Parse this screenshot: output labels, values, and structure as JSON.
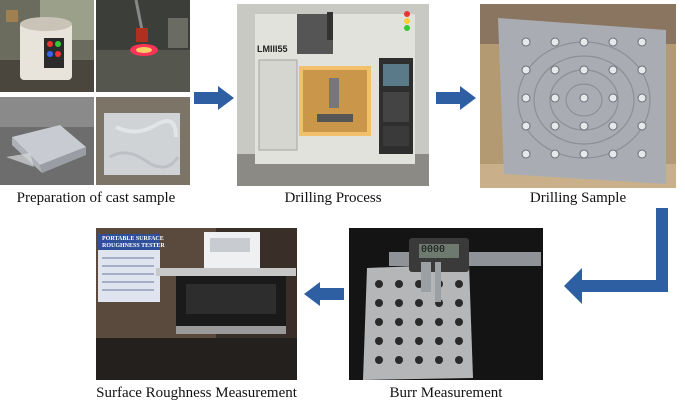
{
  "steps": [
    {
      "id": "cast",
      "caption": "Preparation of cast sample"
    },
    {
      "id": "drill_process",
      "caption": "Drilling Process"
    },
    {
      "id": "drill_sample",
      "caption": "Drilling Sample"
    },
    {
      "id": "burr",
      "caption": "Burr Measurement"
    },
    {
      "id": "roughness",
      "caption": "Surface Roughness Measurement"
    }
  ],
  "machine_label": "LMIII55",
  "caliper_reading": "0000",
  "tester_sign_line1": "PORTABLE SURFACE",
  "tester_sign_line2": "ROUGHNESS TESTER",
  "arrow_color": "#2e5fa3"
}
